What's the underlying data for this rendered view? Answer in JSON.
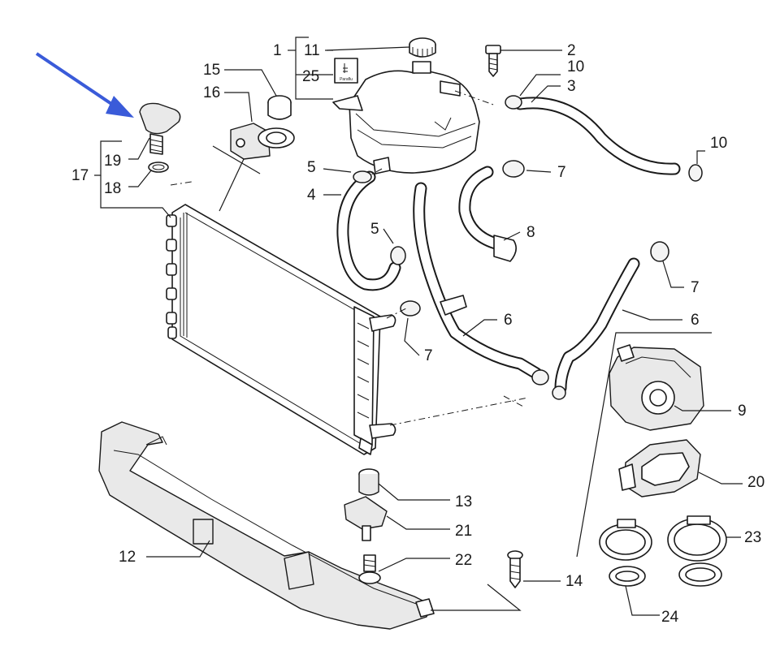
{
  "diagram": {
    "callouts": {
      "c1": "1",
      "c2": "2",
      "c3": "3",
      "c4": "4",
      "c5a": "5",
      "c5b": "5",
      "c6a": "6",
      "c6b": "6",
      "c7a": "7",
      "c7b": "7",
      "c7c": "7",
      "c8": "8",
      "c9": "9",
      "c10a": "10",
      "c10b": "10",
      "c11": "11",
      "c12": "12",
      "c13": "13",
      "c14": "14",
      "c15": "15",
      "c16": "16",
      "c17": "17",
      "c18": "18",
      "c19": "19",
      "c20": "20",
      "c21": "21",
      "c22": "22",
      "c23": "23",
      "c24": "24",
      "c25": "25"
    },
    "label_25_text": "Paraflu",
    "arrow_color": "#3a5bd9"
  }
}
